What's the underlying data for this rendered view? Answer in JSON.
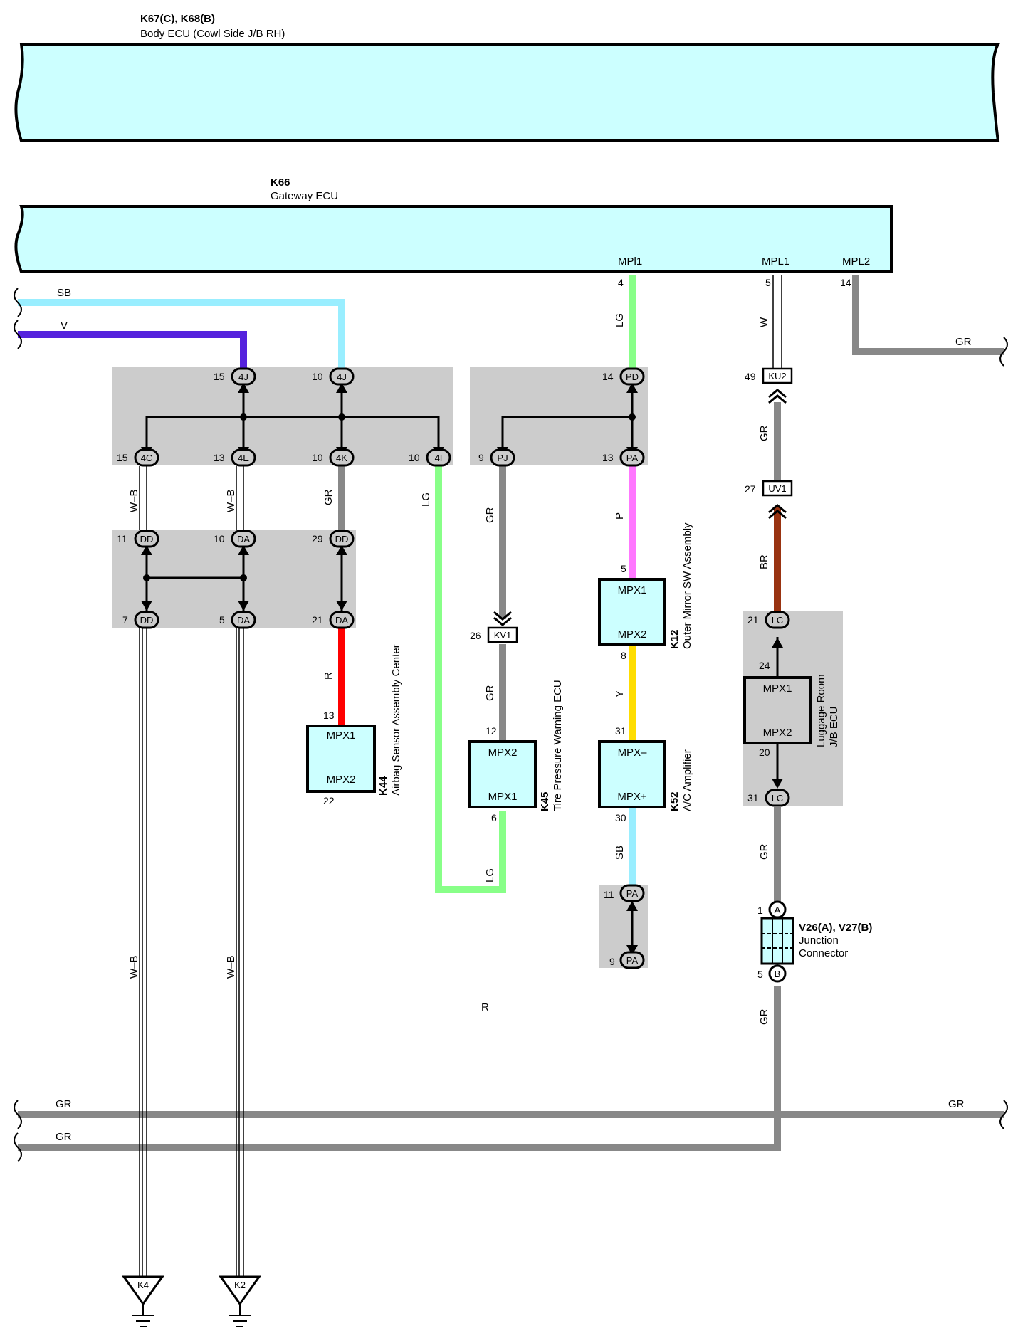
{
  "ecu_body": {
    "code": "K67(C), K68(B)",
    "name": "Body ECU (Cowl Side J/B RH)"
  },
  "ecu_gateway": {
    "code": "K66",
    "name": "Gateway ECU",
    "terms": [
      "MPl1",
      "MPL1",
      "MPL2"
    ],
    "pins": [
      "4",
      "5",
      "14"
    ]
  },
  "wires": {
    "SB": "SB",
    "V": "V",
    "GR": "GR",
    "LG": "LG",
    "W": "W",
    "WB": "W–B",
    "P": "P",
    "R": "R",
    "Y": "Y",
    "BR": "BR"
  },
  "connectors": {
    "j4J": "4J",
    "j4C": "4C",
    "j4E": "4E",
    "j4K": "4K",
    "j4I": "4I",
    "DD": "DD",
    "DA": "DA",
    "PD": "PD",
    "PJ": "PJ",
    "PA": "PA",
    "KU2": "KU2",
    "UV1": "UV1",
    "KV1": "KV1",
    "LC": "LC",
    "K4": "K4",
    "K2": "K2",
    "A": "A",
    "B": "B"
  },
  "pins": {
    "p15": "15",
    "p13": "13",
    "p10": "10",
    "p14": "14",
    "p9": "9",
    "p11": "11",
    "p29": "29",
    "p7": "7",
    "p5": "5",
    "p21": "21",
    "p22": "22",
    "p12": "12",
    "p6": "6",
    "p8": "8",
    "p31": "31",
    "p30": "30",
    "p26": "26",
    "p49": "49",
    "p27": "27",
    "p24": "24",
    "p20": "20",
    "p1": "1"
  },
  "components": {
    "k44": {
      "code": "K44",
      "name": "Airbag Sensor Assembly Center",
      "t1": "MPX1",
      "t2": "MPX2"
    },
    "k45": {
      "code": "K45",
      "name": "Tire Pressure Warning ECU",
      "t1": "MPX2",
      "t2": "MPX1"
    },
    "k12": {
      "code": "K12",
      "name": "Outer Mirror SW Assembly",
      "t1": "MPX1",
      "t2": "MPX2"
    },
    "k52": {
      "code": "K52",
      "name": "A/C Amplifier",
      "t1": "MPX–",
      "t2": "MPX+"
    },
    "lug": {
      "name1": "Luggage Room",
      "name2": "J/B ECU",
      "t1": "MPX1",
      "t2": "MPX2"
    },
    "junction": {
      "code": "V26(A), V27(B)",
      "name1": "Junction",
      "name2": "Connector"
    }
  },
  "colors": {
    "ecu_fill": "#ccffff",
    "SB": "#99eeff",
    "V": "#5522dd",
    "GR": "#888888",
    "LG": "#88ff88",
    "P": "#ff77ff",
    "R": "#ff0000",
    "Y": "#ffdd00",
    "BR": "#993311",
    "shade": "#cccccc"
  }
}
